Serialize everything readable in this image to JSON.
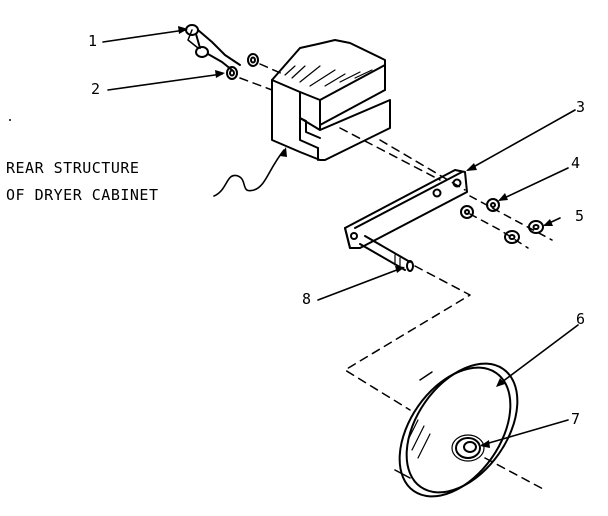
{
  "labels": {
    "p1": "1",
    "p2": "2",
    "p3": "3",
    "p4": "4",
    "p5": "5",
    "p6": "6",
    "p7": "7",
    "p8": "8"
  },
  "caption": {
    "line1": "REAR STRUCTURE",
    "line2": "OF DRYER CABINET"
  },
  "colors": {
    "ink": "#000000",
    "paper": "#ffffff"
  }
}
